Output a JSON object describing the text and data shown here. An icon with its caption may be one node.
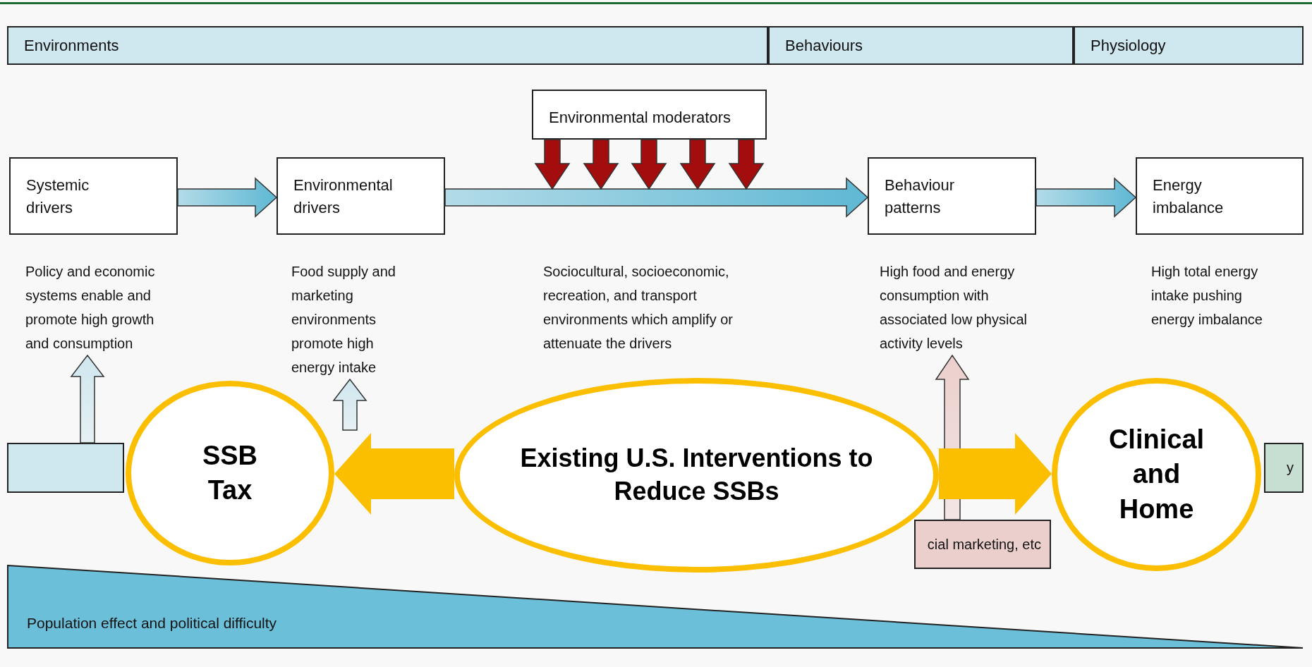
{
  "diagram": {
    "nodes": [
      {
        "text": [
          "Environments"
        ]
      },
      {
        "text": [
          "Behaviours"
        ]
      },
      {
        "text": [
          "Physiology"
        ]
      },
      {
        "text": [
          "Environmental moderators"
        ]
      },
      {
        "text": [
          "Systemic drivers"
        ]
      },
      {
        "text": [
          "Environmental drivers"
        ]
      },
      {
        "text": [
          "Behaviour patterns"
        ]
      },
      {
        "text": [
          "Energy imbalance"
        ]
      },
      {
        "text": [
          "Policy and economic systems enable and promote high growth and consumption"
        ]
      },
      {
        "text": [
          "Food supply and marketing environments promote high energy intake"
        ]
      },
      {
        "text": [
          "Sociocultural, socioeconomic, recreation, and transport environments which amplify or attenuate the drivers"
        ]
      },
      {
        "text": [
          "High food and energy consumption with associated low physical activity levels"
        ]
      },
      {
        "text": [
          "High total energy intake pushing energy imbalance"
        ]
      },
      {
        "text": [],
        "shape": "bar"
      },
      {
        "text": [
          "y"
        ]
      },
      {
        "text": [
          "cial marketing, etc"
        ]
      },
      {
        "text": [
          "SSB Tax"
        ]
      },
      {
        "text": [
          "Existing U.S. Interventions to Reduce SSBs"
        ]
      },
      {
        "text": [
          "Clinical and Home"
        ]
      },
      {
        "text": [
          "Population effect and political difficulty"
        ]
      }
    ],
    "edges": [
      {
        "from": 4,
        "to": 5,
        "arrow": "to",
        "color": "#5fb8d4"
      },
      {
        "from": 5,
        "to": 6,
        "arrow": "to",
        "color": "#5fb8d4"
      },
      {
        "from": 6,
        "to": 7,
        "arrow": "to",
        "color": "#5fb8d4"
      },
      {
        "from": 3,
        "to": null,
        "arrow": "to"
      },
      {
        "from": 3,
        "to": null,
        "arrow": "to"
      },
      {
        "from": 3,
        "to": null,
        "arrow": "to"
      },
      {
        "from": 3,
        "to": null,
        "arrow": "to"
      },
      {
        "from": 3,
        "to": null,
        "arrow": "to"
      },
      {
        "from": 13,
        "to": 8,
        "arrow": "to",
        "color": "#cfe7ee"
      },
      {
        "from": null,
        "to": 9,
        "arrow": "to",
        "color": "#cfe7ee"
      },
      {
        "from": 15,
        "to": 11,
        "arrow": "to",
        "color": "#ebcfcc"
      },
      {
        "from": 17,
        "to": 16,
        "arrow": "to",
        "color": "#fbbf00"
      },
      {
        "from": 17,
        "to": 18,
        "arrow": "to",
        "color": "#fbbf00"
      }
    ]
  }
}
